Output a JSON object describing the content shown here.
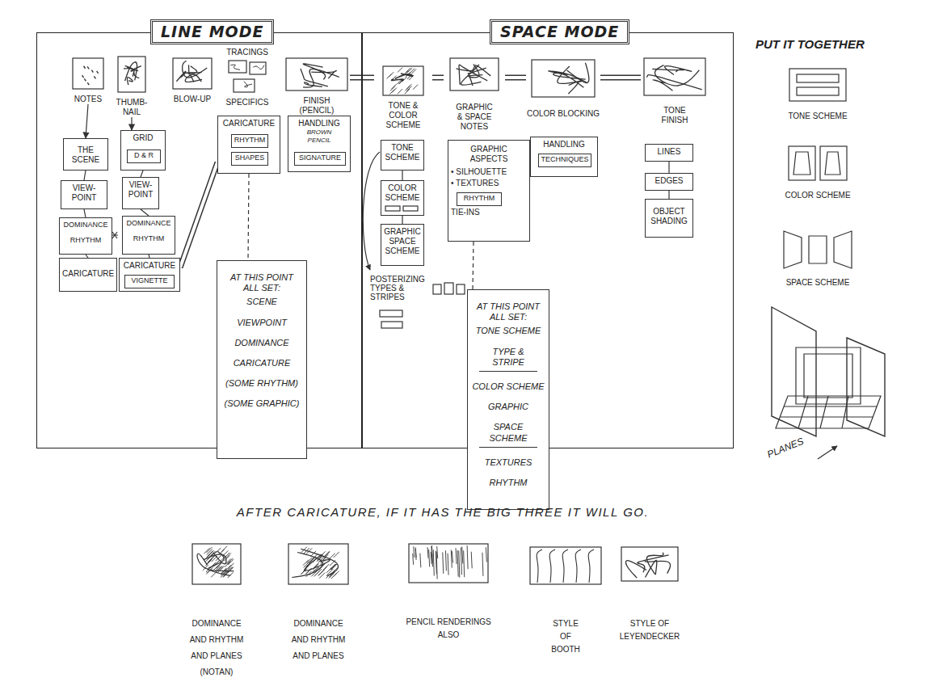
{
  "diagram": {
    "caption": "AFTER CARICATURE, IF IT HAS THE BIG THREE IT WILL GO.",
    "nodes": [
      {
        "text": [
          "LINE MODE"
        ]
      },
      {
        "text": [
          "NOTES"
        ],
        "in": 0
      },
      {
        "text": [
          "THUMB- NAIL"
        ],
        "in": 0
      },
      {
        "text": [
          "BLOW-UP"
        ],
        "in": 0
      },
      {
        "text": [
          "TRACINGS",
          "SPECIFICS"
        ],
        "in": 0
      },
      {
        "text": [
          "FINISH (PENCIL)"
        ],
        "in": 0
      },
      {
        "text": [
          "THE SCENE"
        ],
        "in": 0
      },
      {
        "text": [
          "GRID"
        ],
        "in": 0
      },
      {
        "text": [
          "D & R"
        ],
        "in": 7
      },
      {
        "text": [
          "VIEW- POINT"
        ],
        "in": 0
      },
      {
        "text": [
          "VIEW- POINT"
        ],
        "in": 0
      },
      {
        "text": [
          "DOMINANCE",
          "RHYTHM"
        ],
        "in": 0
      },
      {
        "text": [
          "DOMINANCE",
          "RHYTHM"
        ],
        "in": 0
      },
      {
        "text": [
          "CARICATURE"
        ],
        "in": 0
      },
      {
        "text": [
          "CARICATURE"
        ],
        "in": 0
      },
      {
        "text": [
          "VIGNETTE"
        ],
        "in": 14
      },
      {
        "text": [
          "CARICATURE"
        ],
        "in": 0
      },
      {
        "text": [
          "RHYTHM"
        ],
        "in": 16
      },
      {
        "text": [
          "SHAPES"
        ],
        "in": 16
      },
      {
        "text": [
          "HANDLING",
          "BROWN PENCIL"
        ],
        "in": 0
      },
      {
        "text": [
          "SIGNATURE"
        ],
        "in": 19
      },
      {
        "text": [
          "AT THIS POINT ALL SET:",
          "SCENE",
          "VIEWPOINT",
          "DOMINANCE",
          "CARICATURE",
          "(SOME RHYTHM)",
          "(SOME GRAPHIC)"
        ]
      },
      {
        "text": [
          "SPACE MODE"
        ]
      },
      {
        "text": [
          "TONE & COLOR SCHEME"
        ],
        "in": 22
      },
      {
        "text": [
          "GRAPHIC & SPACE NOTES"
        ],
        "in": 22
      },
      {
        "text": [
          "COLOR BLOCKING"
        ],
        "in": 22
      },
      {
        "text": [
          "TONE FINISH"
        ],
        "in": 22
      },
      {
        "text": [
          "TONE SCHEME"
        ],
        "in": 22
      },
      {
        "text": [
          "COLOR SCHEME"
        ],
        "in": 22
      },
      {
        "text": [
          "GRAPHIC SPACE SCHEME"
        ],
        "in": 22
      },
      {
        "text": [
          "GRAPHIC ASPECTS",
          "• SILHOUETTE",
          "• TEXTURES",
          "TIE-INS"
        ],
        "in": 22
      },
      {
        "text": [
          "RHYTHM"
        ],
        "in": 30
      },
      {
        "text": [
          "HANDLING"
        ],
        "in": 22
      },
      {
        "text": [
          "TECHNIQUES"
        ],
        "in": 32
      },
      {
        "text": [
          "LINES"
        ],
        "in": 22
      },
      {
        "text": [
          "EDGES"
        ],
        "in": 22
      },
      {
        "text": [
          "OBJECT SHADING"
        ],
        "in": 22
      },
      {
        "text": [
          "AT THIS POINT ALL SET:",
          "TONE SCHEME",
          "TYPE & STRIPE",
          "COLOR SCHEME",
          "GRAPHIC",
          "SPACE SCHEME",
          "TEXTURES",
          "RHYTHM"
        ]
      },
      {
        "text": [
          "TONE SCHEME"
        ]
      },
      {
        "text": [
          "COLOR SCHEME"
        ]
      },
      {
        "text": [
          "SPACE SCHEME"
        ]
      },
      {
        "text": [
          "DOMINANCE AND RHYTHM AND PLANES (NOTAN)"
        ]
      },
      {
        "text": [
          "DOMINANCE AND RHYTHM AND PLANES"
        ]
      },
      {
        "text": [
          "PENCIL RENDERINGS ALSO"
        ]
      },
      {
        "text": [
          "STYLE OF BOOTH"
        ]
      },
      {
        "text": [
          "STYLE OF LEYENDECKER"
        ]
      }
    ],
    "edges": [
      {
        "from": 1,
        "to": 6,
        "arrow": "to"
      },
      {
        "from": 2,
        "to": 7,
        "arrow": "to"
      },
      {
        "from": 6,
        "to": 9,
        "arrow": "none"
      },
      {
        "from": 9,
        "to": 11,
        "arrow": "none"
      },
      {
        "from": 11,
        "to": 13,
        "arrow": "none"
      },
      {
        "from": 7,
        "to": 10,
        "arrow": "none"
      },
      {
        "from": 10,
        "to": 12,
        "arrow": "none"
      },
      {
        "from": 12,
        "to": 14,
        "arrow": "none"
      },
      {
        "from": 14,
        "to": 16,
        "arrow": "none"
      },
      {
        "from": 16,
        "to": 21,
        "arrow": "none"
      },
      {
        "from": 5,
        "to": 23,
        "arrow": "none"
      },
      {
        "from": 23,
        "to": 24,
        "arrow": "none"
      },
      {
        "from": 24,
        "to": 25,
        "arrow": "none"
      },
      {
        "from": 25,
        "to": 26,
        "arrow": "none"
      },
      {
        "from": 27,
        "to": 28,
        "arrow": "none"
      },
      {
        "from": 28,
        "to": 29,
        "arrow": "none"
      },
      {
        "from": 30,
        "to": 37,
        "arrow": "none"
      },
      {
        "from": 34,
        "to": 35,
        "arrow": "none"
      },
      {
        "from": 35,
        "to": 36,
        "arrow": "none"
      }
    ],
    "labels": [
      "PUT IT TOGETHER",
      "POSTERIZING TYPES & STRIPES",
      "PLANES"
    ]
  }
}
